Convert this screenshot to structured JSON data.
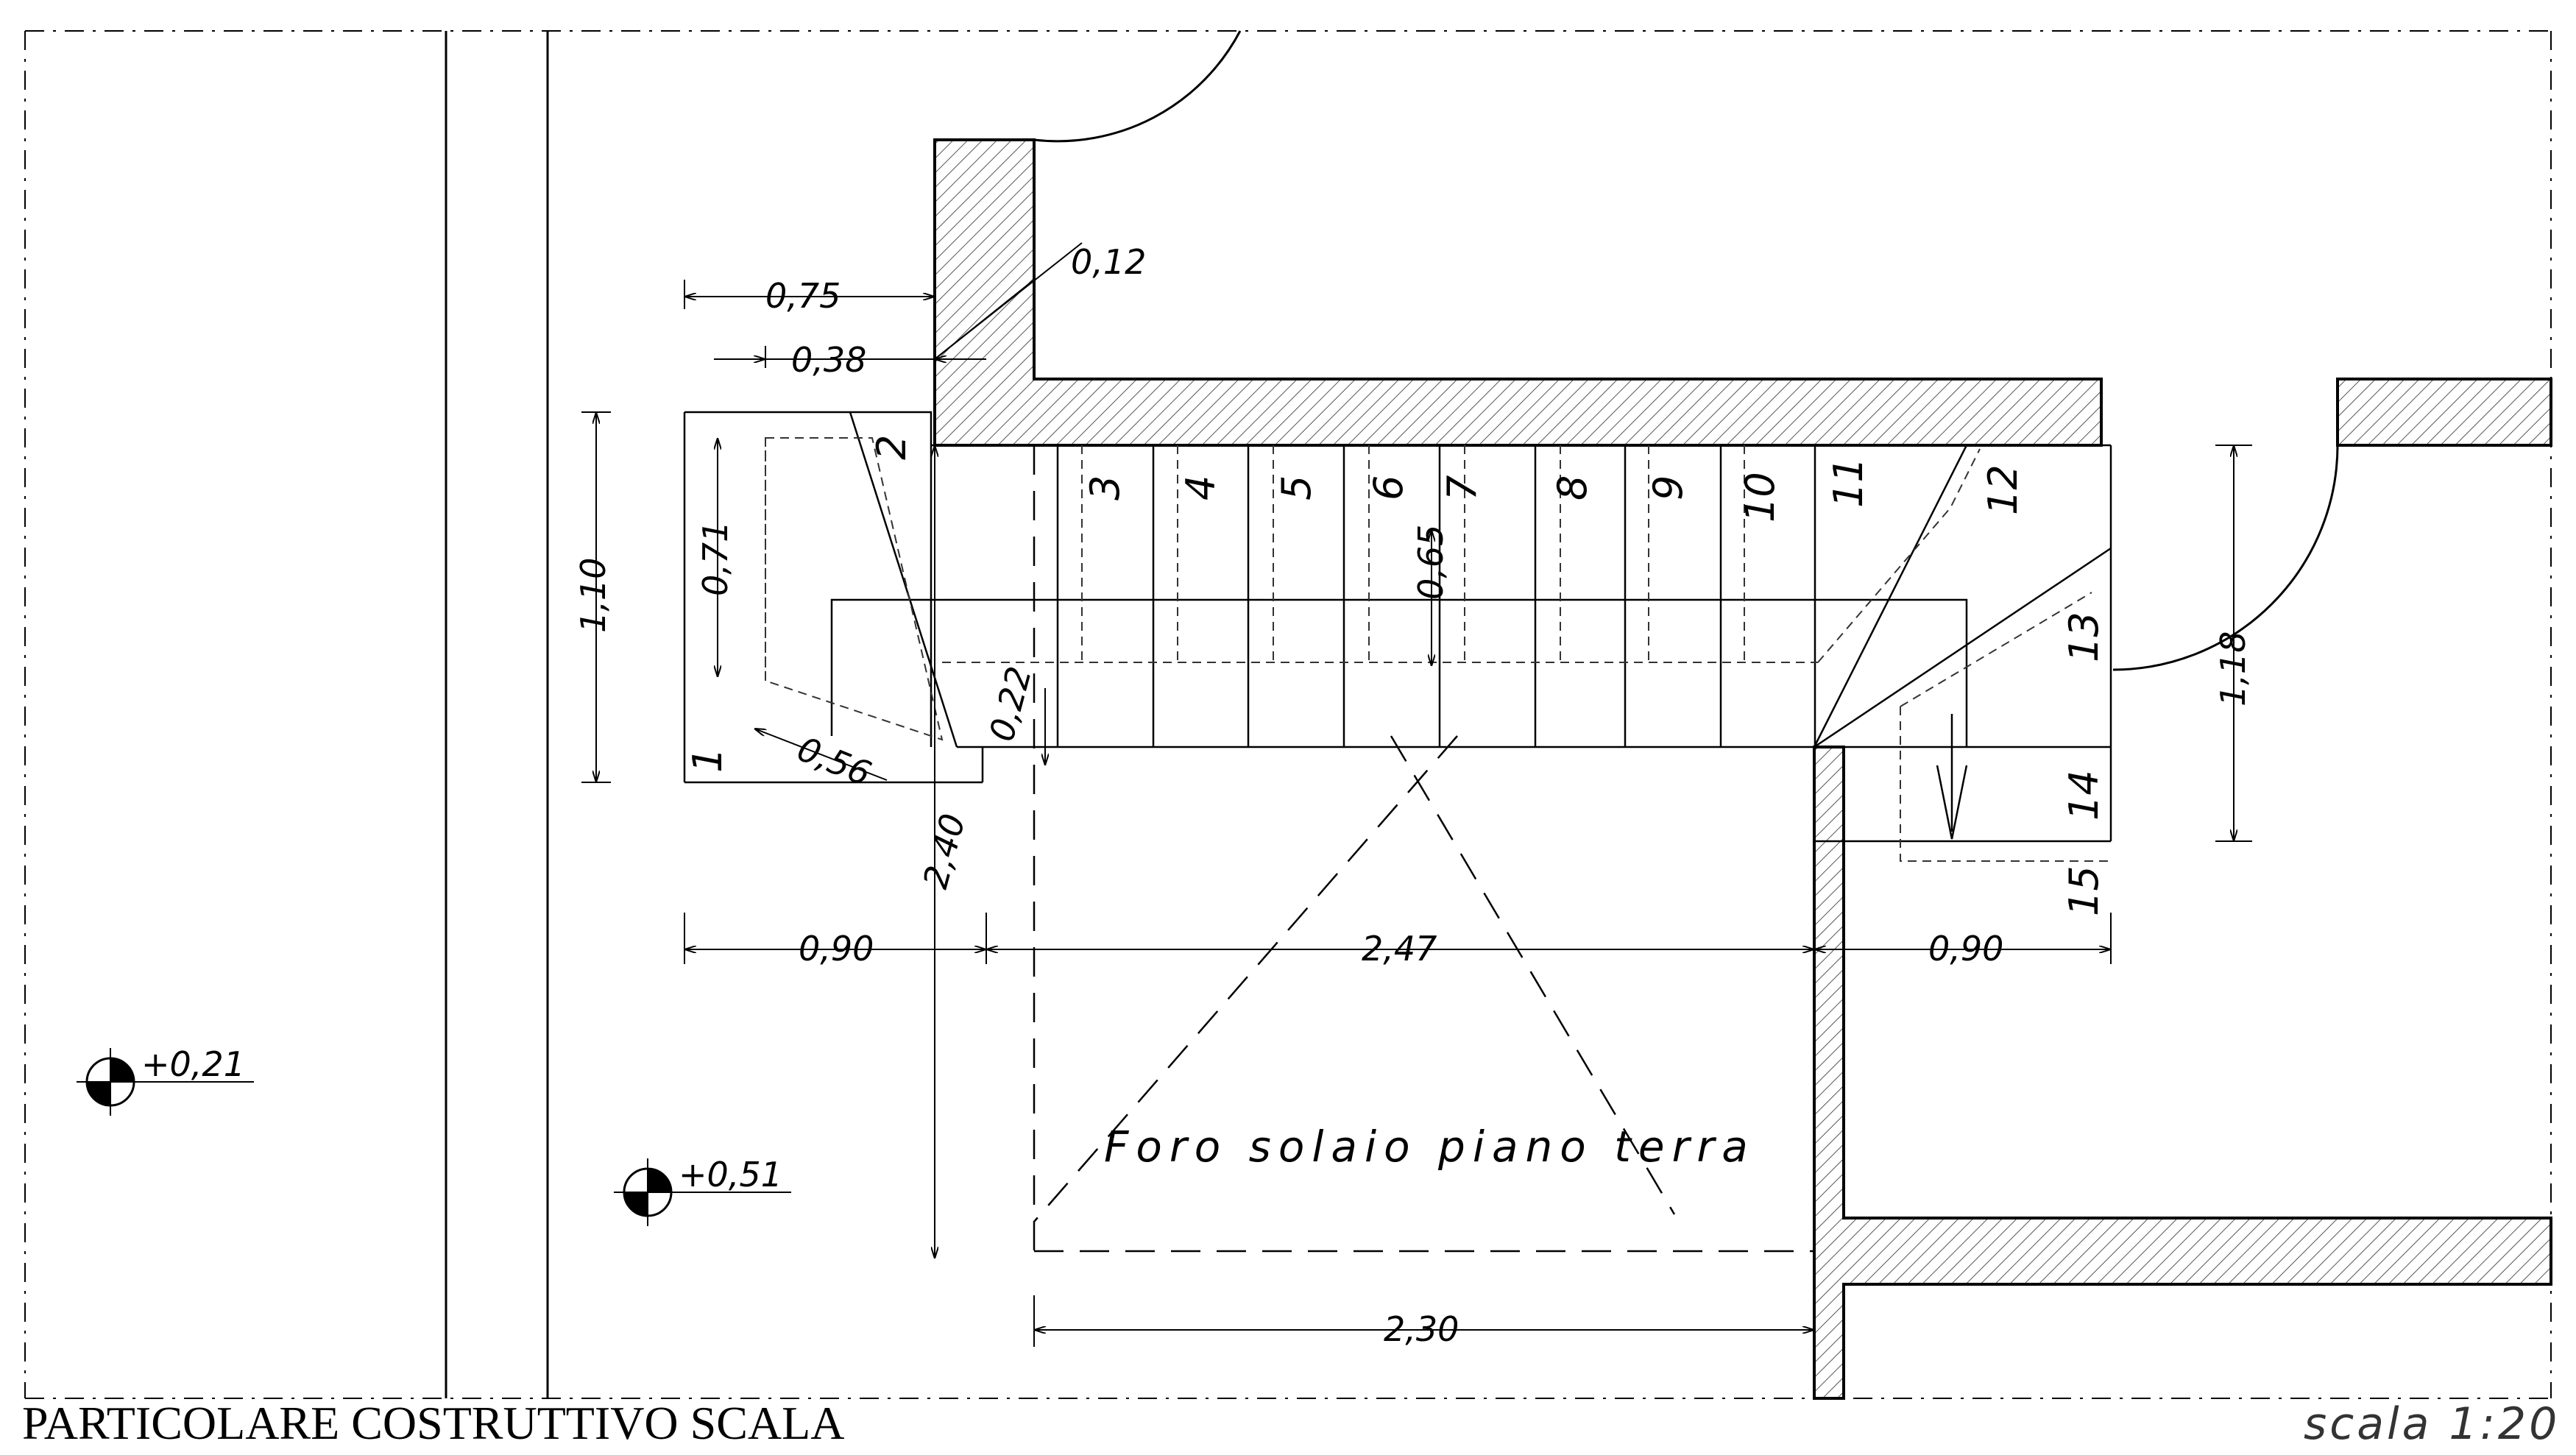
{
  "title": "PARTICOLARE COSTRUTTIVO SCALA",
  "scale": "scala  1:20",
  "hole_label": "Foro solaio piano terra",
  "dimensions": {
    "d075": "0,75",
    "d038": "0,38",
    "d012": "0,12",
    "d110": "1,10",
    "d071": "0,71",
    "d056": "0,56",
    "d022": "0,22",
    "d065": "0,65",
    "d118": "1,18",
    "d240": "2,40",
    "d090_left": "0,90",
    "d247": "2,47",
    "d090_right": "0,90",
    "d230": "2,30"
  },
  "levels": {
    "level_1": "+0,21",
    "level_2": "+0,51"
  },
  "steps": [
    "1",
    "2",
    "3",
    "4",
    "5",
    "6",
    "7",
    "8",
    "9",
    "10",
    "11",
    "12",
    "13",
    "14",
    "15"
  ],
  "colors": {
    "line": "#000000",
    "hatch": "#555555",
    "background": "#ffffff"
  }
}
